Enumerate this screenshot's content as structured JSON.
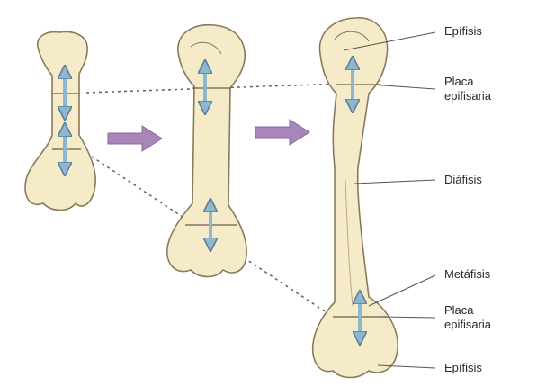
{
  "labels": {
    "epifisis_top": "Epífisis",
    "placa_top_line1": "Placa",
    "placa_top_line2": "epifisaria",
    "diafisis": "Diáfisis",
    "metafisis": "Metáfisis",
    "placa_bottom_line1": "Placa",
    "placa_bottom_line2": "epifisaria",
    "epifisis_bottom": "Epífisis"
  },
  "colors": {
    "bone_fill": "#f6ebc8",
    "bone_stroke": "#8a7a5c",
    "growth_arrow": "#8fb6cf",
    "stage_arrow": "#a886b8",
    "leader_line": "#555555",
    "dotted_line": "#606060"
  }
}
